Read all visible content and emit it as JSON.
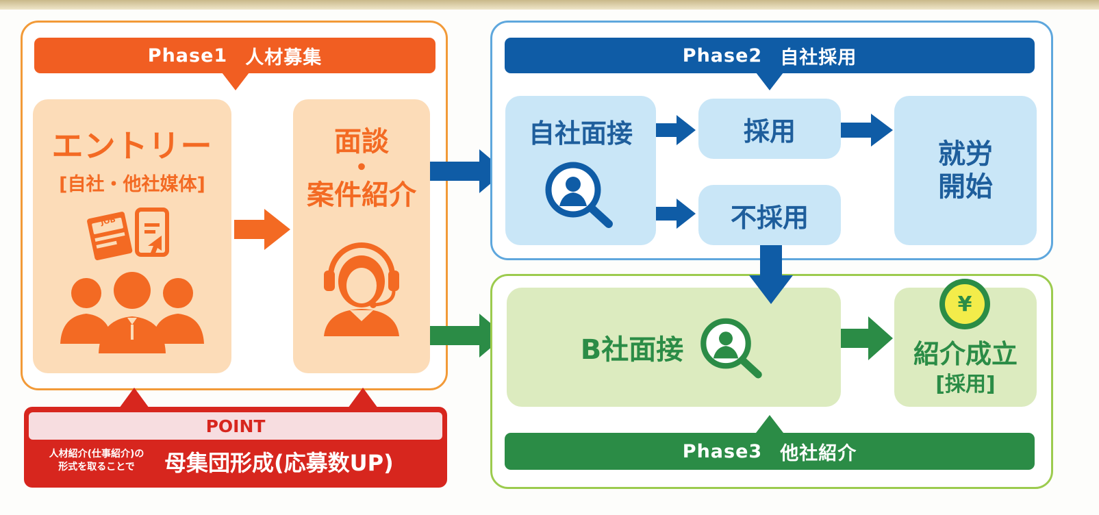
{
  "phase1": {
    "number": "Phase1",
    "name": "人材募集"
  },
  "phase2": {
    "number": "Phase2",
    "name": "自社採用"
  },
  "phase3": {
    "number": "Phase3",
    "name": "他社紹介"
  },
  "entry": {
    "title": "エントリー",
    "subtitle": "[自社・他社媒体]",
    "job_badge": "JOB"
  },
  "interview": {
    "line1": "面談",
    "dot": "・",
    "line2": "案件紹介"
  },
  "own_interview": "自社面接",
  "hired": "採用",
  "not_hired": "不採用",
  "employment": {
    "line1": "就労",
    "line2": "開始"
  },
  "b_interview": "B社面接",
  "placement": {
    "title": "紹介成立",
    "subtitle": "[採用]",
    "yen": "¥"
  },
  "point": {
    "label": "POINT",
    "small_line1": "人材紹介(仕事紹介)の",
    "small_line2": "形式を取ることで",
    "big": "母集団形成(応募数UP)"
  },
  "colors": {
    "orange": "#f36a23",
    "orange_light": "#fcdcb8",
    "blue": "#1e5e9c",
    "blue_light": "#c9e6f7",
    "green": "#2b8c46",
    "green_light": "#dcebbf",
    "red": "#d7261e",
    "pink": "#f7dde0"
  }
}
